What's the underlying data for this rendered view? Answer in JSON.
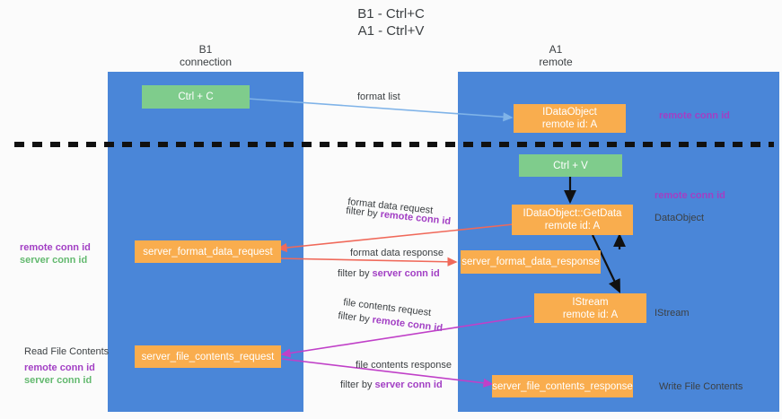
{
  "diagram": {
    "title": "B1 - Ctrl+C\nA1 - Ctrl+V",
    "columns": [
      {
        "id": "b1",
        "label": "B1\nconnection"
      },
      {
        "id": "a1",
        "label": "A1\nremote"
      }
    ],
    "colors": {
      "lane": "#4a86d8",
      "box_orange": "#f9ad4e",
      "box_green": "#7fcc8c",
      "conn_purple": "#a23fc4",
      "conn_green": "#63b96f",
      "arrow_blue": "#7fb3e8",
      "arrow_red": "#f0695a",
      "arrow_magenta": "#c040c8",
      "arrow_black": "#111111",
      "divider": "#111111",
      "text": "#3c4043"
    },
    "nodes": [
      {
        "id": "ctrl-c",
        "label": "Ctrl + C",
        "style": "green"
      },
      {
        "id": "idataobject",
        "label": "IDataObject\nremote id: A",
        "style": "orange"
      },
      {
        "id": "ctrl-v",
        "label": "Ctrl + V",
        "style": "green"
      },
      {
        "id": "idataobject-getdata",
        "label": "IDataObject::GetData\nremote id: A",
        "style": "orange"
      },
      {
        "id": "server-format-data-request",
        "label": "server_format_data_request",
        "style": "orange"
      },
      {
        "id": "server-format-data-response",
        "label": "server_format_data_response",
        "style": "orange"
      },
      {
        "id": "istream",
        "label": "IStream\nremote id: A",
        "style": "orange"
      },
      {
        "id": "server-file-contents-request",
        "label": "server_file_contents_request",
        "style": "orange"
      },
      {
        "id": "server-file-contents-response",
        "label": "server_file_contents_response",
        "style": "orange"
      }
    ],
    "edge_labels": [
      {
        "id": "format-list",
        "line1": "format list",
        "line2": "",
        "filter_key": ""
      },
      {
        "id": "format-data-request",
        "line1": "format data request",
        "line2": "filter by ",
        "filter_key": "remote conn id"
      },
      {
        "id": "format-data-response",
        "line1": "format data response",
        "line2": "filter by ",
        "filter_key": "server conn id"
      },
      {
        "id": "file-contents-request",
        "line1": "file contents request",
        "line2": "filter by ",
        "filter_key": "remote conn id"
      },
      {
        "id": "file-contents-response",
        "line1": "file contents response",
        "line2": "filter by ",
        "filter_key": "server conn id"
      }
    ],
    "annotations": {
      "right_top_conn": "remote conn id",
      "right_mid_conn": "remote conn id",
      "right_dataobject": "DataObject",
      "right_istream": "IStream",
      "right_write_file": "Write File Contents",
      "left_mid_remote": "remote conn id",
      "left_mid_server": "server conn id",
      "left_read_file": "Read File Contents",
      "left_bot_remote": "remote conn id",
      "left_bot_server": "server conn id"
    }
  }
}
